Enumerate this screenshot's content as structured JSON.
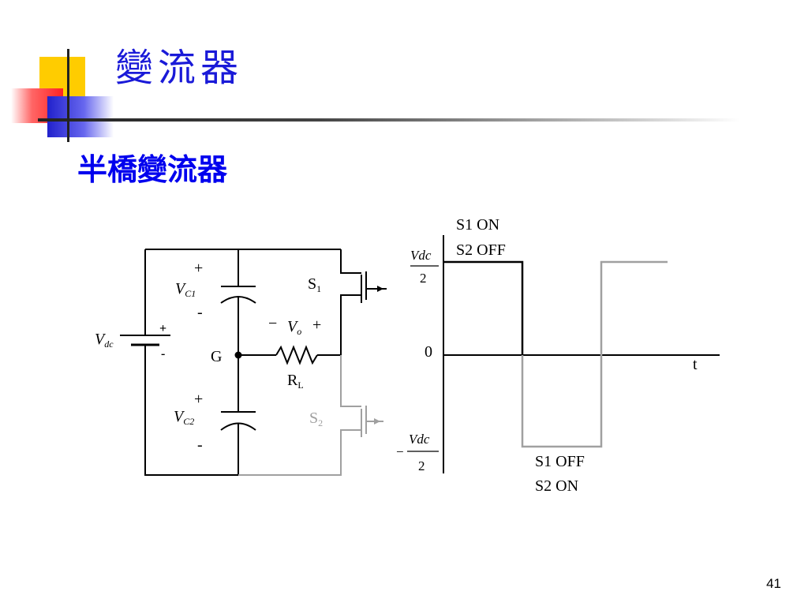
{
  "slide": {
    "title": "變流器",
    "subtitle": "半橋變流器",
    "page_number": "41"
  },
  "colors": {
    "title": "#1a1ad8",
    "subtitle": "#0000ee",
    "inactive": "#a0a0a0",
    "deco_yellow": "#ffcc00",
    "deco_red": "#ff3333",
    "deco_blue": "#3333cc"
  },
  "circuit": {
    "source": {
      "symbol": "V",
      "subscript": "dc",
      "plus": "+",
      "minus": "-"
    },
    "cap1": {
      "symbol": "V",
      "subscript": "C1",
      "plus": "+",
      "minus": "-"
    },
    "cap2": {
      "symbol": "V",
      "subscript": "C2",
      "plus": "+",
      "minus": "-"
    },
    "node": "G",
    "switch1": {
      "symbol": "S",
      "subscript": "1"
    },
    "switch2": {
      "symbol": "S",
      "subscript": "2"
    },
    "output": {
      "minus": "−",
      "symbol": "V",
      "subscript": "o",
      "plus": "+"
    },
    "load": {
      "symbol": "R",
      "subscript": "L"
    }
  },
  "waveform": {
    "top_label": {
      "numerator": "Vdc",
      "denominator": "2"
    },
    "bottom_label": {
      "sign": "−",
      "numerator": "Vdc",
      "denominator": "2"
    },
    "zero_label": "0",
    "time_label": "t",
    "state1": {
      "line1": "S1 ON",
      "line2": "S2 OFF"
    },
    "state2": {
      "line1": "S1 OFF",
      "line2": "S2 ON"
    }
  }
}
